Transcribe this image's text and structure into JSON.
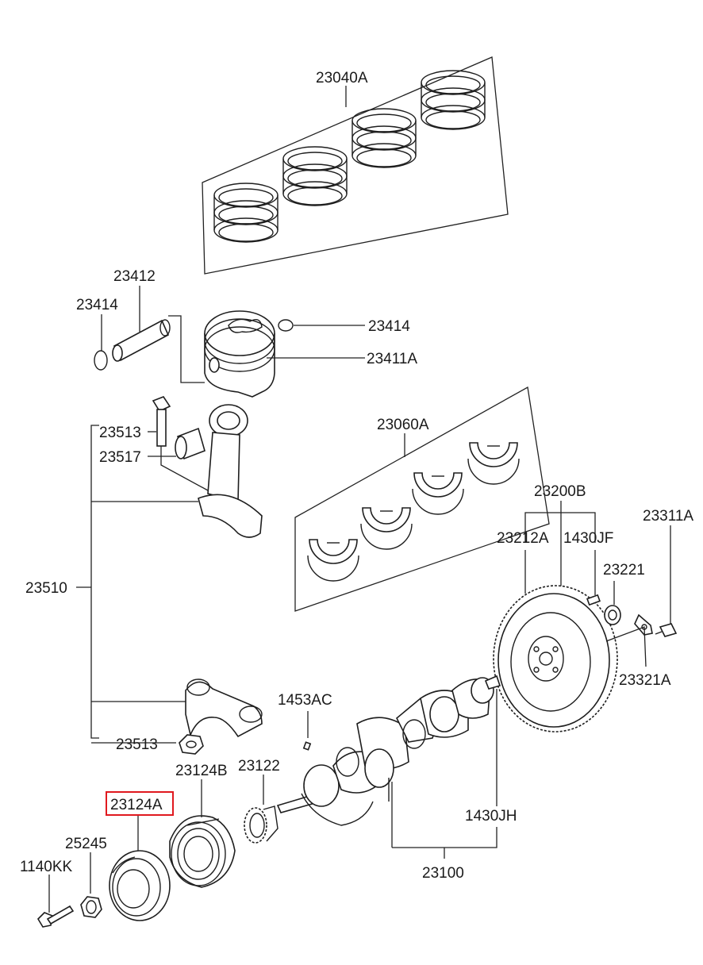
{
  "colors": {
    "line": "#222222",
    "highlight": "#e0191f",
    "background": "#ffffff"
  },
  "highlighted_part": "23124A",
  "labels": {
    "p23040A": "23040A",
    "p23412": "23412",
    "p23414_left": "23414",
    "p23414_right": "23414",
    "p23411A": "23411A",
    "p23513_top": "23513",
    "p23517": "23517",
    "p23060A": "23060A",
    "p23200B": "23200B",
    "p23311A": "23311A",
    "p23212A": "23212A",
    "p1430JF": "1430JF",
    "p23221": "23221",
    "p23510": "23510",
    "p23321A": "23321A",
    "p1453AC": "1453AC",
    "p23513_bottom": "23513",
    "p23124B": "23124B",
    "p23122": "23122",
    "p23124A": "23124A",
    "p1430JH": "1430JH",
    "p25245": "25245",
    "p1140KK": "1140KK",
    "p23100": "23100"
  }
}
